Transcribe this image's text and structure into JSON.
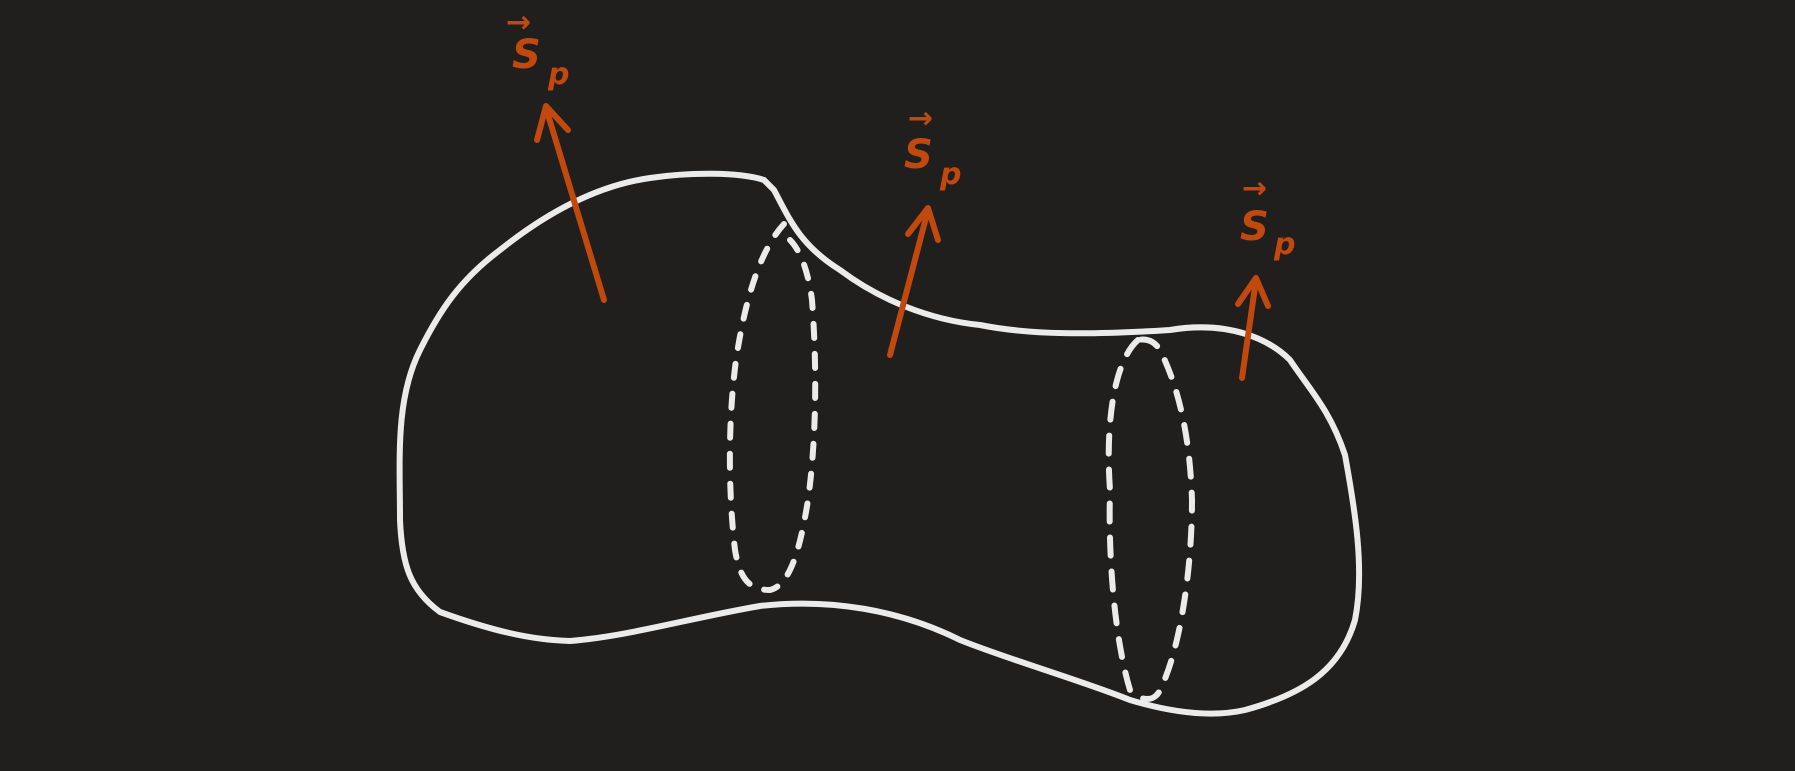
{
  "colors": {
    "background": "#201f1e",
    "stroke": "#ebebeb",
    "vector": "#c2490d"
  },
  "diagram": {
    "surface": {
      "name": "closed-surface-outline"
    },
    "sections": [
      {
        "name": "cross-section-left",
        "style": "dashed"
      },
      {
        "name": "cross-section-right",
        "style": "dashed"
      }
    ],
    "vectors": [
      {
        "name": "normal-vector-left",
        "symbol": "S",
        "subscript": "p",
        "over_arrow": "→"
      },
      {
        "name": "normal-vector-middle",
        "symbol": "S",
        "subscript": "p",
        "over_arrow": "→"
      },
      {
        "name": "normal-vector-right",
        "symbol": "S",
        "subscript": "p",
        "over_arrow": "→"
      }
    ]
  }
}
